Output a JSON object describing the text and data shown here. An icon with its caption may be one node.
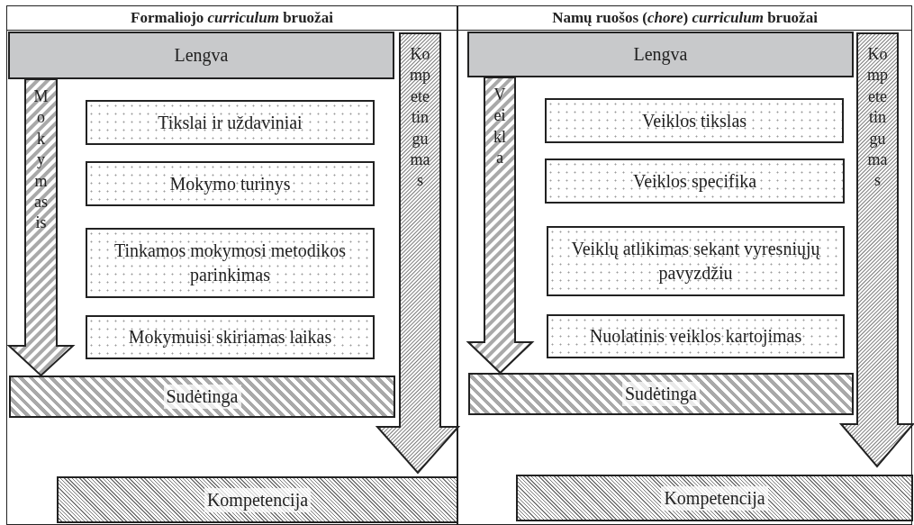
{
  "diagram": {
    "nodes": [
      {
        "text": [
          "Formaliojo *curriculum* bruožai"
        ]
      },
      {
        "text": [
          "Lengva"
        ],
        "in": 0
      },
      {
        "text": [
          "Ko mp ete tin gu ma s"
        ],
        "in": 0
      },
      {
        "text": [
          "Tikslai ir uždaviniai"
        ],
        "in": 0
      },
      {
        "text": [
          "Mokymo turinys"
        ],
        "in": 0
      },
      {
        "text": [
          "Tinkamos mokymosi metodikos parinkimas"
        ],
        "in": 0
      },
      {
        "text": [
          "Mokymuisi skiriamas laikas"
        ],
        "in": 0
      },
      {
        "text": [
          "Sudėtinga"
        ],
        "in": 0
      },
      {
        "text": [
          "Kompetencija"
        ],
        "in": 0
      },
      {
        "text": [
          "Namų ruošos (*chore*) *curriculum* bruožai"
        ]
      },
      {
        "text": [
          "Lengva"
        ],
        "in": 9
      },
      {
        "text": [
          "Ko mp ete tin gu ma s"
        ],
        "in": 9
      },
      {
        "text": [
          "Veiklos tikslas"
        ],
        "in": 9
      },
      {
        "text": [
          "Veiklos specifika"
        ],
        "in": 9
      },
      {
        "text": [
          "Veiklų atlikimas sekant vyresniųjų pavyzdžiu"
        ],
        "in": 9
      },
      {
        "text": [
          "Nuolatinis veiklos kartojimas"
        ],
        "in": 9
      },
      {
        "text": [
          "Sudėtinga"
        ],
        "in": 9
      },
      {
        "text": [
          "Kompetencija"
        ],
        "in": 9
      }
    ],
    "edges": [
      {
        "from": 1,
        "to": 7,
        "arrow": "to",
        "label": "M o k y m as is",
        "style": "thick"
      },
      {
        "from": 10,
        "to": 16,
        "arrow": "to",
        "label": "V ei kl a",
        "style": "thick"
      }
    ]
  }
}
